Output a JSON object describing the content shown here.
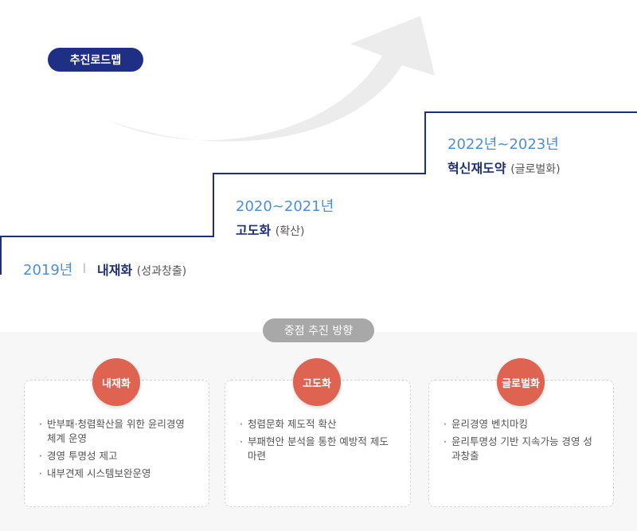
{
  "roadmap": {
    "title": "추진로드맵",
    "stages": [
      {
        "year": "2019년",
        "name": "내재화",
        "sub": "(성과창출)"
      },
      {
        "year": "2020~2021년",
        "name": "고도화",
        "sub": "(확산)"
      },
      {
        "year": "2022년~2023년",
        "name": "혁신재도약",
        "sub": "(글로벌화)"
      }
    ]
  },
  "directions": {
    "title": "중점 추진 방향",
    "cards": [
      {
        "label": "내재화",
        "items": [
          "반부패·청렴확산을 위한 윤리경영 체계 운영",
          "경영 투명성 제고",
          "내부견제 시스템보완운영"
        ]
      },
      {
        "label": "고도화",
        "items": [
          "청렴문화 제도적 확산",
          "부패현안 분석을 통한 예방적 제도 마련"
        ]
      },
      {
        "label": "글로벌화",
        "items": [
          "윤리경영 벤치마킹",
          "윤리투명성 기반 지속가능 경영 성과창출"
        ]
      }
    ]
  },
  "colors": {
    "navy": "#1e2f7a",
    "blue": "#4a8fdc",
    "coral": "#de6350"
  }
}
